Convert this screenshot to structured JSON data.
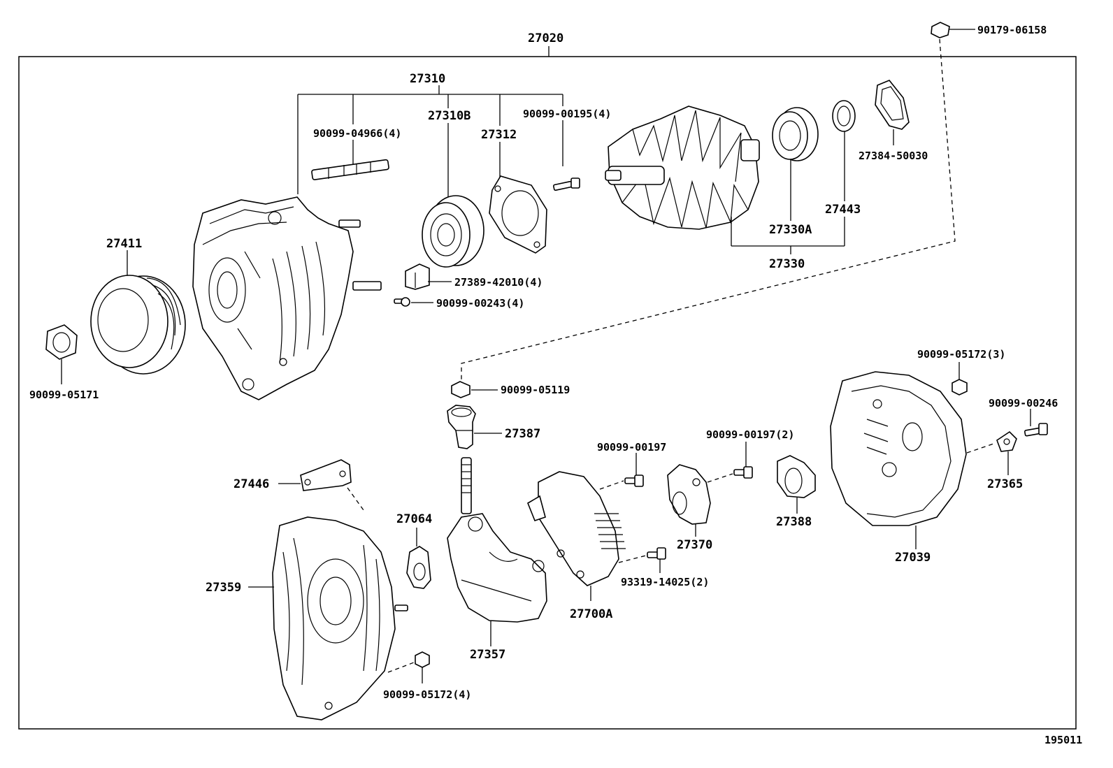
{
  "diagram": {
    "assembly_label": "27020",
    "figure_id": "195011"
  },
  "labels": {
    "p27310": "27310",
    "p27310B": "27310B",
    "p27312": "27312",
    "p90099_04966": "90099-04966(4)",
    "p90099_00195": "90099-00195(4)",
    "p27411": "27411",
    "p90099_05171": "90099-05171",
    "p27389_42010": "27389-42010(4)",
    "p90099_00243": "90099-00243(4)",
    "p90179_06158": "90179-06158",
    "p27384_50030": "27384-50030",
    "p27443": "27443",
    "p27330A": "27330A",
    "p27330": "27330",
    "p90099_05119": "90099-05119",
    "p27387": "27387",
    "p90099_00197": "90099-00197",
    "p90099_00197_2": "90099-00197(2)",
    "p90099_05172_3": "90099-05172(3)",
    "p90099_00246": "90099-00246",
    "p27365": "27365",
    "p27446": "27446",
    "p27064": "27064",
    "p27359": "27359",
    "p27357": "27357",
    "p27700A": "27700A",
    "p93319_14025": "93319-14025(2)",
    "p27370": "27370",
    "p27388": "27388",
    "p27039": "27039",
    "p90099_05172_4": "90099-05172(4)"
  }
}
